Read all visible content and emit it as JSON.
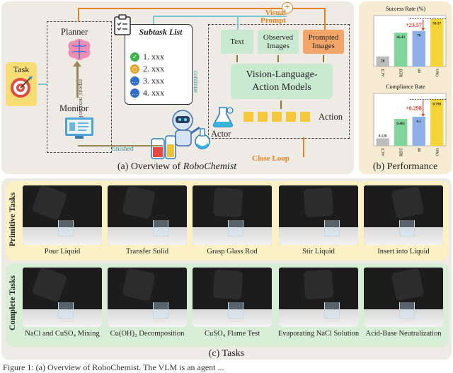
{
  "overview": {
    "caption_prefix": "(a) Overview of ",
    "caption_italic": "RoboChemist",
    "task_label": "Task",
    "planner_label": "Planner",
    "monitor_label": "Monitor",
    "repeat_label": "repeat/ next task",
    "finished_label": "finished",
    "continue_label": "continue",
    "subtask_title": "Subtask List",
    "subtasks": [
      "1. xxx",
      "2. xxx",
      "3. xxx",
      "4. xxx"
    ],
    "visual_prompt": "Visual Prompt",
    "inputs": [
      "Text",
      "Observed Images",
      "Prompted Images"
    ],
    "vla_label": "Vision-Language-Action Models",
    "action_label": "Action",
    "actor_label": "Actor",
    "close_loop": "Close Loop",
    "colors": {
      "panel": "#eeebe4",
      "orange": "#e8821e",
      "teal": "#7fc7cf",
      "green": "#c9ead0",
      "prompted": "#f3a66a"
    }
  },
  "performance": {
    "caption": "(b) Performance",
    "colors": {
      "panel": "#f7ecd3"
    },
    "chart_data": [
      {
        "type": "bar",
        "title": "Success Rate (%)",
        "categories": [
          "ACT",
          "RDT",
          "π0",
          "Ours"
        ],
        "values": [
          20,
          66.43,
          70,
          93.57
        ],
        "value_labels": [
          "20",
          "66.43",
          "70",
          "93.57"
        ],
        "annotation": "+23.57",
        "ylim": [
          0,
          100
        ],
        "colors": [
          "#bdbdbd",
          "#7fd69a",
          "#8db0e6",
          "#f6d436"
        ]
      },
      {
        "type": "bar",
        "title": "Compliance Rate",
        "categories": [
          "ACT",
          "RDT",
          "π0",
          "Ours"
        ],
        "values": [
          0.128,
          0.461,
          0.5,
          0.798
        ],
        "value_labels": [
          "0.128",
          "0.461",
          "0.5",
          "0.798"
        ],
        "annotation": "+0.298",
        "ylim": [
          0,
          0.9
        ],
        "colors": [
          "#bdbdbd",
          "#7fd69a",
          "#8db0e6",
          "#f6d436"
        ]
      }
    ]
  },
  "tasks": {
    "caption": "(c) Tasks",
    "primitive_label": "Primitive Tasks",
    "complete_label": "Complete Tasks",
    "primitive": [
      "Pour Liquid",
      "Transfer Solid",
      "Grasp Glass Rod",
      "Stir Liquid",
      "Insert into Liquid"
    ],
    "complete": [
      "NaCl and CuSO₄ Mixing",
      "Cu(OH)₂ Decomposition",
      "CuSO₄ Flame Test",
      "Evaporating NaCl Solution",
      "Acid-Base Neutralization"
    ],
    "colors": {
      "primitive_bg": "#fbf1c4",
      "complete_bg": "#d9eed6"
    }
  },
  "figure_caption": "Figure 1: (a) Overview of RoboChemist. The VLM is an agent ..."
}
